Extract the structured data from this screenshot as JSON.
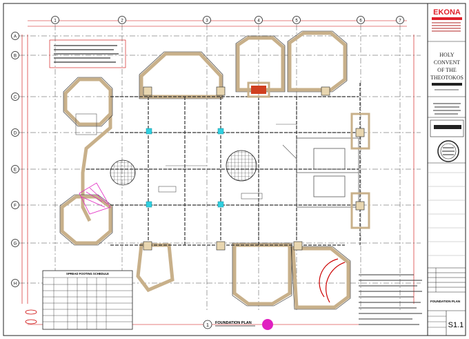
{
  "title_block": {
    "logo": "EKONA",
    "project_lines": [
      "HOLY",
      "CONVENT",
      "OF THE",
      "THEOTOKOS"
    ],
    "sheet_title": "FOUNDATION PLAN",
    "sheet_number": "S1.1"
  },
  "drawing": {
    "caption_number": "1",
    "caption": "FOUNDATION PLAN",
    "schedule_title": "SPREAD FOOTING SCHEDULE"
  },
  "grid": {
    "columns": [
      "1",
      "2",
      "3",
      "4",
      "5",
      "6",
      "7"
    ],
    "rows": [
      "A",
      "B",
      "C",
      "D",
      "E",
      "F",
      "G",
      "H"
    ]
  },
  "colors": {
    "wall": "#c8b08a",
    "line": "#222222",
    "dim": "#cc0000",
    "accent": "#e020c0",
    "column": "#30d0e0",
    "footing": "#e8d6b0"
  }
}
